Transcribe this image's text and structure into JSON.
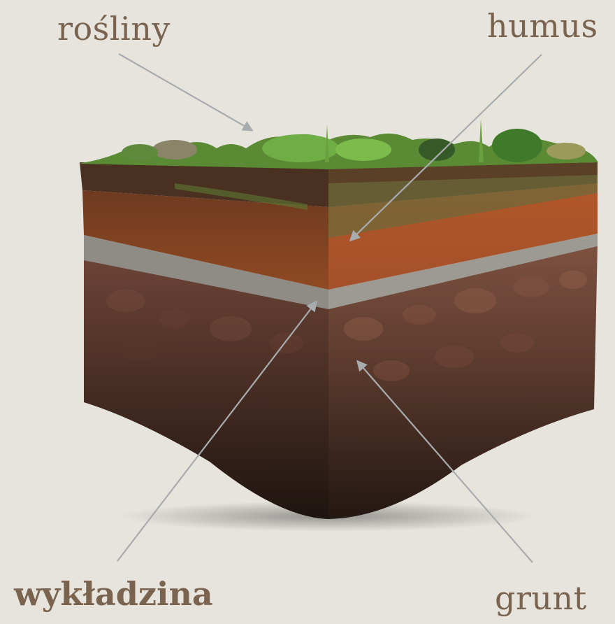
{
  "labels": {
    "plants": "rośliny",
    "humus": "humus",
    "liner": "wykładzina",
    "ground": "grunt"
  },
  "colors": {
    "background": "#e7e4de",
    "label_text": "#7a6450",
    "pointer": "#a9acae"
  }
}
